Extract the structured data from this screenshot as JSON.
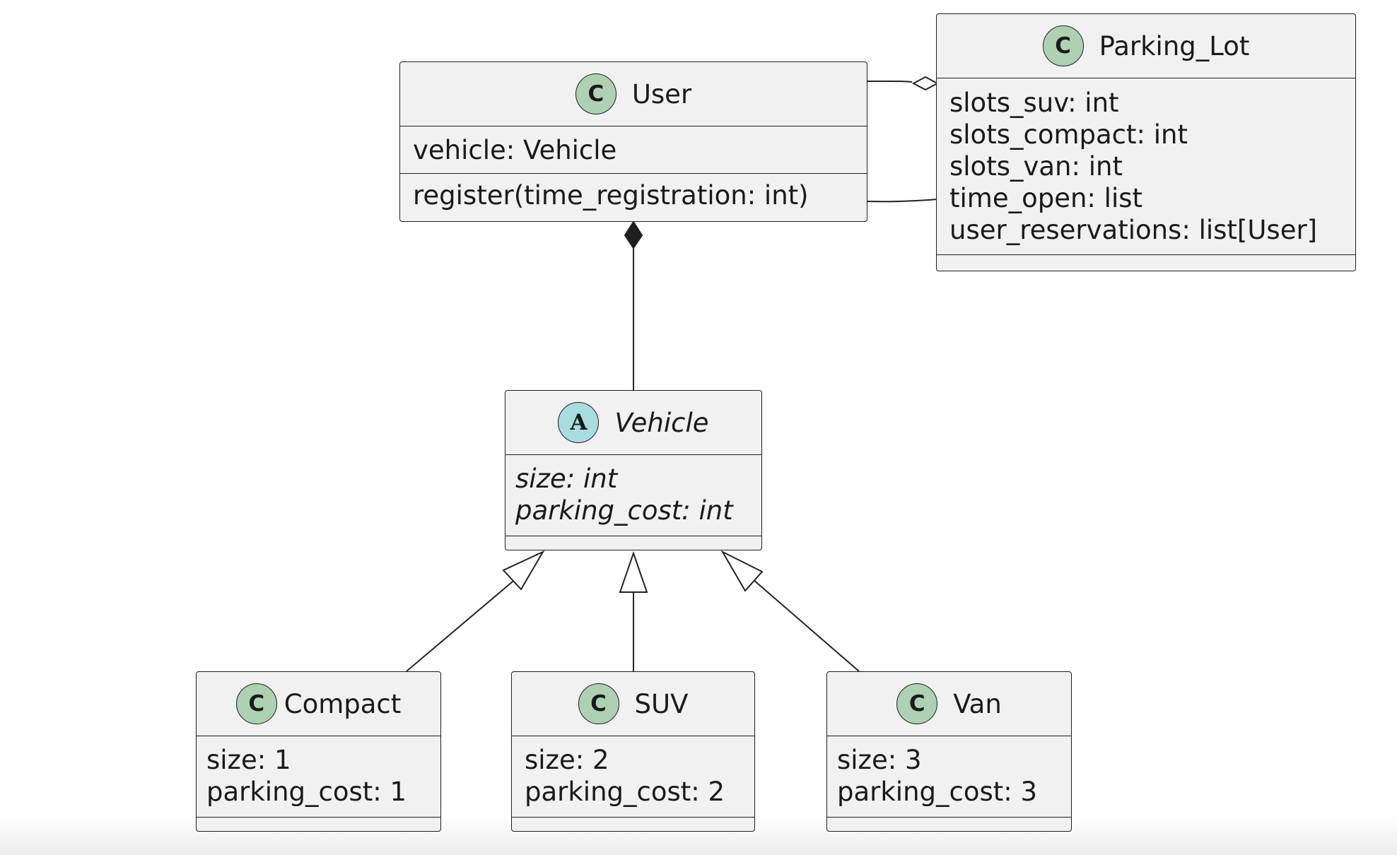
{
  "classes": {
    "user": {
      "stereotype": "C",
      "name": "User",
      "attributes": [
        "vehicle: Vehicle"
      ],
      "methods": [
        "register(time_registration: int)"
      ]
    },
    "parking_lot": {
      "stereotype": "C",
      "name": "Parking_Lot",
      "attributes": [
        "slots_suv: int",
        "slots_compact: int",
        "slots_van: int",
        "time_open: list",
        "user_reservations: list[User]"
      ],
      "methods": []
    },
    "vehicle": {
      "stereotype": "A",
      "name": "Vehicle",
      "abstract": true,
      "attributes": [
        "size: int",
        "parking_cost: int"
      ],
      "methods": []
    },
    "compact": {
      "stereotype": "C",
      "name": "Compact",
      "attributes": [
        "size: 1",
        "parking_cost: 1"
      ],
      "methods": []
    },
    "suv": {
      "stereotype": "C",
      "name": "SUV",
      "attributes": [
        "size: 2",
        "parking_cost: 2"
      ],
      "methods": []
    },
    "van": {
      "stereotype": "C",
      "name": "Van",
      "attributes": [
        "size: 3",
        "parking_cost: 3"
      ],
      "methods": []
    }
  },
  "relations": [
    {
      "from": "parking_lot",
      "to": "user",
      "type": "aggregation"
    },
    {
      "from": "user",
      "to": "parking_lot",
      "type": "association"
    },
    {
      "from": "user",
      "to": "vehicle",
      "type": "composition"
    },
    {
      "from": "compact",
      "to": "vehicle",
      "type": "inheritance"
    },
    {
      "from": "suv",
      "to": "vehicle",
      "type": "inheritance"
    },
    {
      "from": "van",
      "to": "vehicle",
      "type": "inheritance"
    }
  ],
  "colors": {
    "class_fill": "#f1f1f1",
    "border": "#1f1f1f",
    "class_badge": "#add1b2",
    "abstract_badge": "#a9dcdf"
  }
}
